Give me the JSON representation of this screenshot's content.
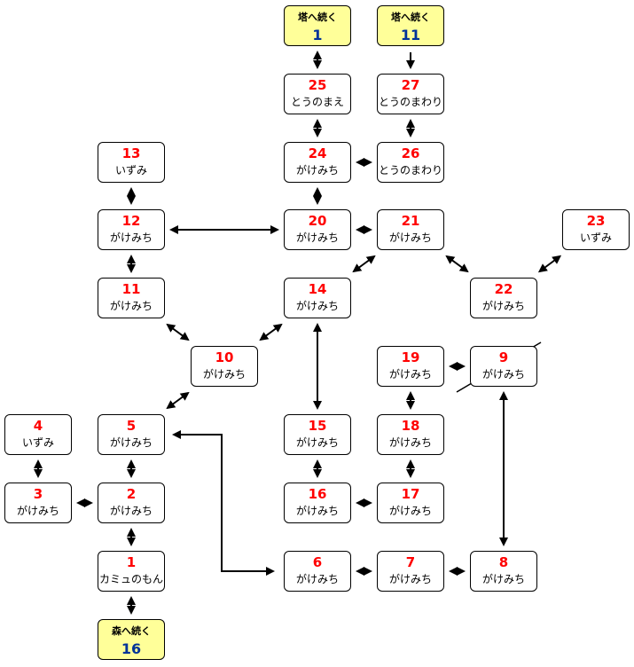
{
  "nodes": [
    {
      "id": "ext1",
      "num": "1",
      "label": "塔へ続く",
      "ext": true
    },
    {
      "id": "ext11",
      "num": "11",
      "label": "塔へ続く",
      "ext": true
    },
    {
      "id": "n25",
      "num": "25",
      "label": "とうのまえ"
    },
    {
      "id": "n27",
      "num": "27",
      "label": "とうのまわり"
    },
    {
      "id": "n13",
      "num": "13",
      "label": "いずみ"
    },
    {
      "id": "n24",
      "num": "24",
      "label": "がけみち"
    },
    {
      "id": "n26",
      "num": "26",
      "label": "とうのまわり"
    },
    {
      "id": "n12",
      "num": "12",
      "label": "がけみち"
    },
    {
      "id": "n20",
      "num": "20",
      "label": "がけみち"
    },
    {
      "id": "n21",
      "num": "21",
      "label": "がけみち"
    },
    {
      "id": "n23",
      "num": "23",
      "label": "いずみ"
    },
    {
      "id": "n11",
      "num": "11",
      "label": "がけみち"
    },
    {
      "id": "n14",
      "num": "14",
      "label": "がけみち"
    },
    {
      "id": "n22",
      "num": "22",
      "label": "がけみち"
    },
    {
      "id": "n10",
      "num": "10",
      "label": "がけみち"
    },
    {
      "id": "n19",
      "num": "19",
      "label": "がけみち"
    },
    {
      "id": "n9",
      "num": "9",
      "label": "がけみち",
      "crossed": true
    },
    {
      "id": "n4",
      "num": "4",
      "label": "いずみ"
    },
    {
      "id": "n5",
      "num": "5",
      "label": "がけみち"
    },
    {
      "id": "n15",
      "num": "15",
      "label": "がけみち"
    },
    {
      "id": "n18",
      "num": "18",
      "label": "がけみち"
    },
    {
      "id": "n3",
      "num": "3",
      "label": "がけみち"
    },
    {
      "id": "n2",
      "num": "2",
      "label": "がけみち"
    },
    {
      "id": "n16",
      "num": "16",
      "label": "がけみち"
    },
    {
      "id": "n17",
      "num": "17",
      "label": "がけみち"
    },
    {
      "id": "n1",
      "num": "1",
      "label": "カミュのもん"
    },
    {
      "id": "n6",
      "num": "6",
      "label": "がけみち"
    },
    {
      "id": "n7",
      "num": "7",
      "label": "がけみち"
    },
    {
      "id": "n8",
      "num": "8",
      "label": "がけみち"
    },
    {
      "id": "ext16",
      "num": "16",
      "label": "森へ続く",
      "ext": true
    }
  ],
  "edges": [
    {
      "from": "ext1",
      "to": "n25",
      "dir": "both"
    },
    {
      "from": "ext11",
      "to": "n27",
      "dir": "forward"
    },
    {
      "from": "n25",
      "to": "n24",
      "dir": "both"
    },
    {
      "from": "n27",
      "to": "n26",
      "dir": "both"
    },
    {
      "from": "n24",
      "to": "n26",
      "dir": "both"
    },
    {
      "from": "n24",
      "to": "n20",
      "dir": "both"
    },
    {
      "from": "n13",
      "to": "n12",
      "dir": "both"
    },
    {
      "from": "n12",
      "to": "n20",
      "dir": "both"
    },
    {
      "from": "n12",
      "to": "n11",
      "dir": "both"
    },
    {
      "from": "n20",
      "to": "n21",
      "dir": "both"
    },
    {
      "from": "n21",
      "to": "n14",
      "dir": "both"
    },
    {
      "from": "n21",
      "to": "n22",
      "dir": "both"
    },
    {
      "from": "n23",
      "to": "n22",
      "dir": "both"
    },
    {
      "from": "n11",
      "to": "n10",
      "dir": "both"
    },
    {
      "from": "n14",
      "to": "n10",
      "dir": "both"
    },
    {
      "from": "n14",
      "to": "n15",
      "dir": "both"
    },
    {
      "from": "n10",
      "to": "n5",
      "dir": "both"
    },
    {
      "from": "n19",
      "to": "n9",
      "dir": "both"
    },
    {
      "from": "n19",
      "to": "n18",
      "dir": "both"
    },
    {
      "from": "n9",
      "to": "n8",
      "dir": "both"
    },
    {
      "from": "n4",
      "to": "n3",
      "dir": "both"
    },
    {
      "from": "n5",
      "to": "n2",
      "dir": "both"
    },
    {
      "from": "n5",
      "to": "n6",
      "dir": "both",
      "route": "elbow"
    },
    {
      "from": "n15",
      "to": "n16",
      "dir": "both"
    },
    {
      "from": "n18",
      "to": "n17",
      "dir": "both"
    },
    {
      "from": "n3",
      "to": "n2",
      "dir": "both"
    },
    {
      "from": "n2",
      "to": "n1",
      "dir": "both"
    },
    {
      "from": "n16",
      "to": "n17",
      "dir": "both"
    },
    {
      "from": "n1",
      "to": "ext16",
      "dir": "both"
    },
    {
      "from": "n6",
      "to": "n7",
      "dir": "both"
    },
    {
      "from": "n7",
      "to": "n8",
      "dir": "both"
    }
  ]
}
